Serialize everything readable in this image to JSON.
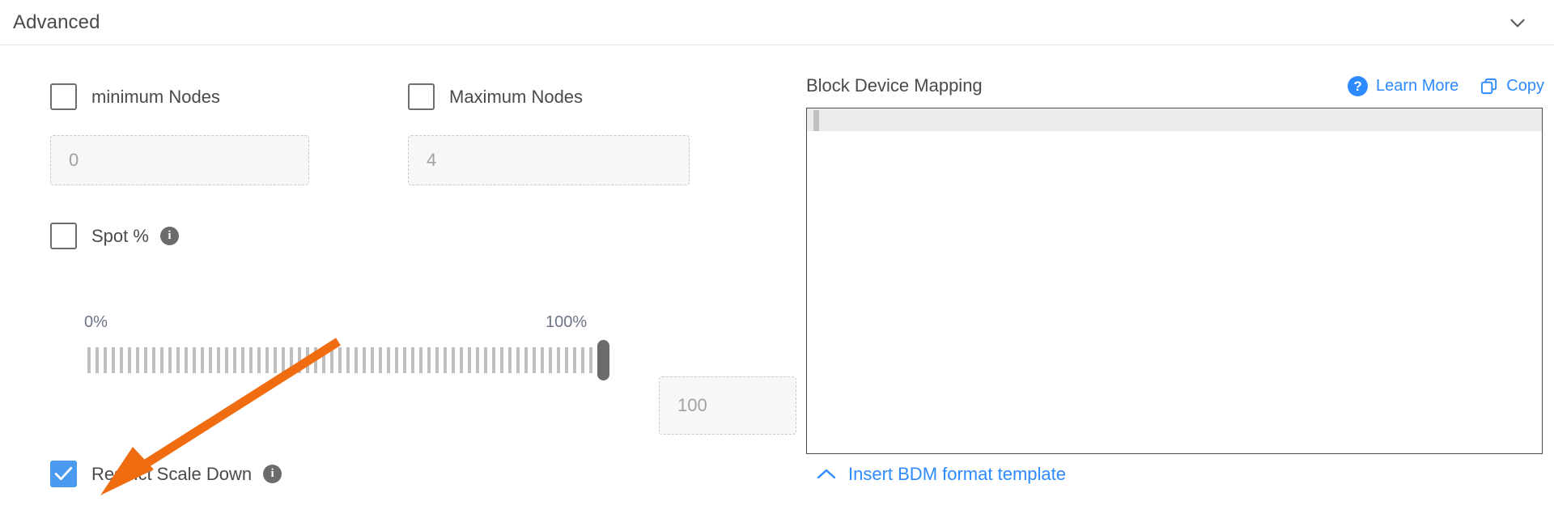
{
  "header": {
    "title": "Advanced",
    "collapse_icon": "chevron-down-icon"
  },
  "left": {
    "min_nodes": {
      "label": "minimum Nodes",
      "checked": false,
      "input_placeholder": "0",
      "input_value": "0",
      "input_disabled": true
    },
    "max_nodes": {
      "label": "Maximum Nodes",
      "checked": false,
      "input_placeholder": "4",
      "input_value": "4",
      "input_disabled": true
    },
    "spot": {
      "label": "Spot %",
      "checked": false,
      "info_icon": "info-icon",
      "info_glyph": "i"
    },
    "slider": {
      "min_label": "0%",
      "max_label": "100%",
      "value": 100,
      "min": 0,
      "max": 100,
      "value_input": "100",
      "value_input_placeholder": "100",
      "value_input_disabled": true
    },
    "restrict_scale_down": {
      "label": "Restrict Scale Down",
      "checked": true,
      "info_icon": "info-icon",
      "info_glyph": "i"
    }
  },
  "right": {
    "title": "Block Device Mapping",
    "learn_more": {
      "label": "Learn More",
      "icon": "question-circle-icon",
      "icon_glyph": "?"
    },
    "copy": {
      "label": "Copy",
      "icon": "copy-icon"
    },
    "editor": {
      "content": "",
      "active_line": 1
    },
    "insert_template": {
      "label": "Insert BDM format template",
      "icon": "chevron-up-icon"
    }
  },
  "colors": {
    "accent_blue": "#2e8bff",
    "checkbox_checked": "#4a9bf0",
    "annotation_orange": "#ef6c11",
    "text": "#4a4a4a",
    "muted": "#a2a2a2",
    "slider_label": "#6d7587"
  }
}
